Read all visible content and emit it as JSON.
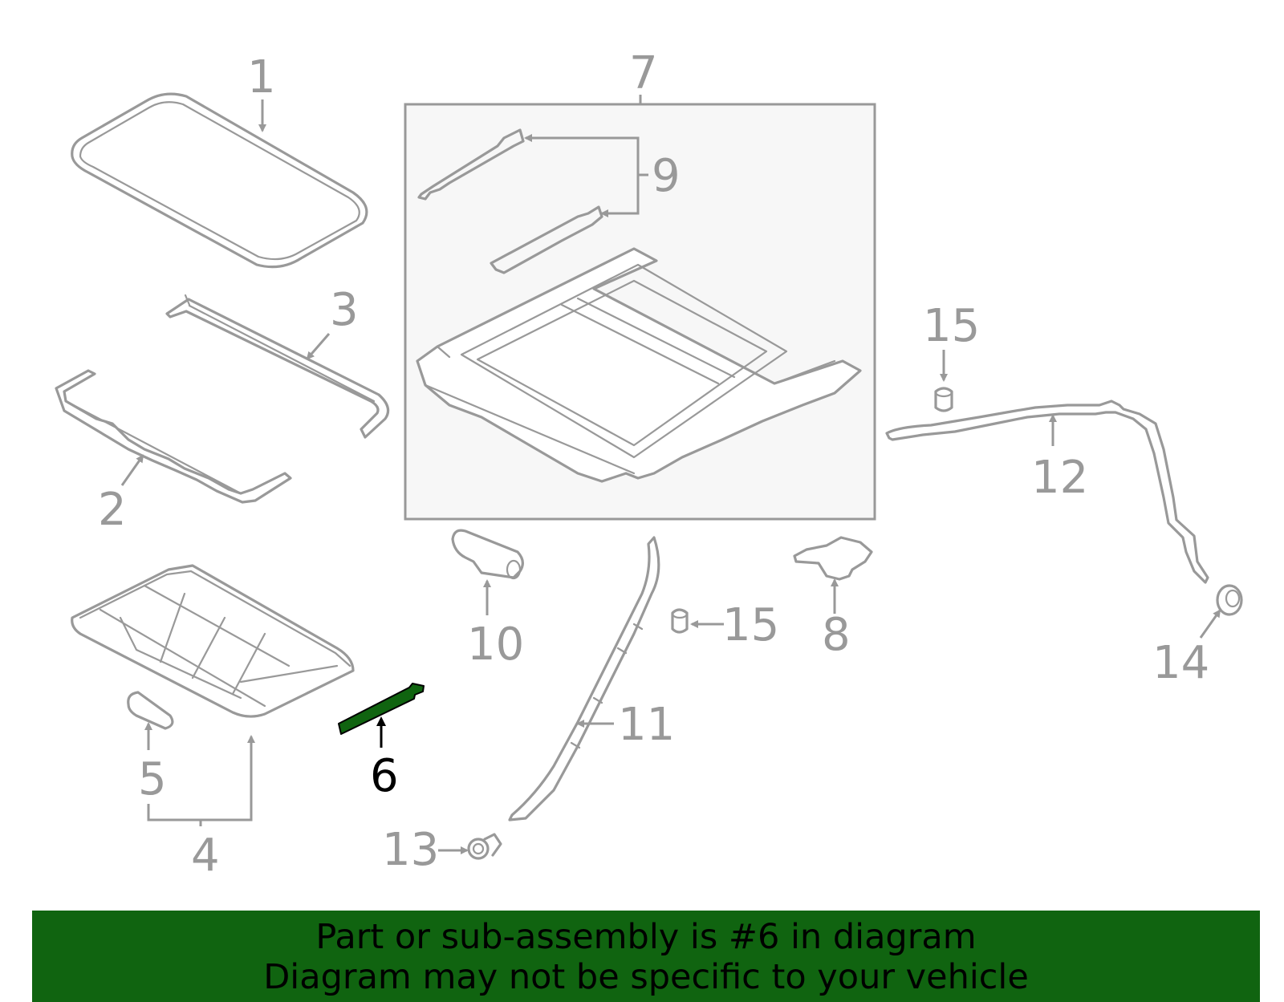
{
  "colors": {
    "line": "#999999",
    "highlight": "#106410",
    "banner": "#106410",
    "subassembly_box": "#f7f7f7"
  },
  "highlighted_part": "6",
  "callouts": {
    "p1": "1",
    "p2": "2",
    "p3": "3",
    "p4": "4",
    "p5": "5",
    "p6": "6",
    "p7": "7",
    "p8": "8",
    "p9": "9",
    "p10": "10",
    "p11": "11",
    "p12": "12",
    "p13": "13",
    "p14": "14",
    "p15a": "15",
    "p15b": "15"
  },
  "banner": {
    "line1": "Part or sub-assembly is #6 in diagram",
    "line2": "Diagram may not be specific to your vehicle"
  }
}
